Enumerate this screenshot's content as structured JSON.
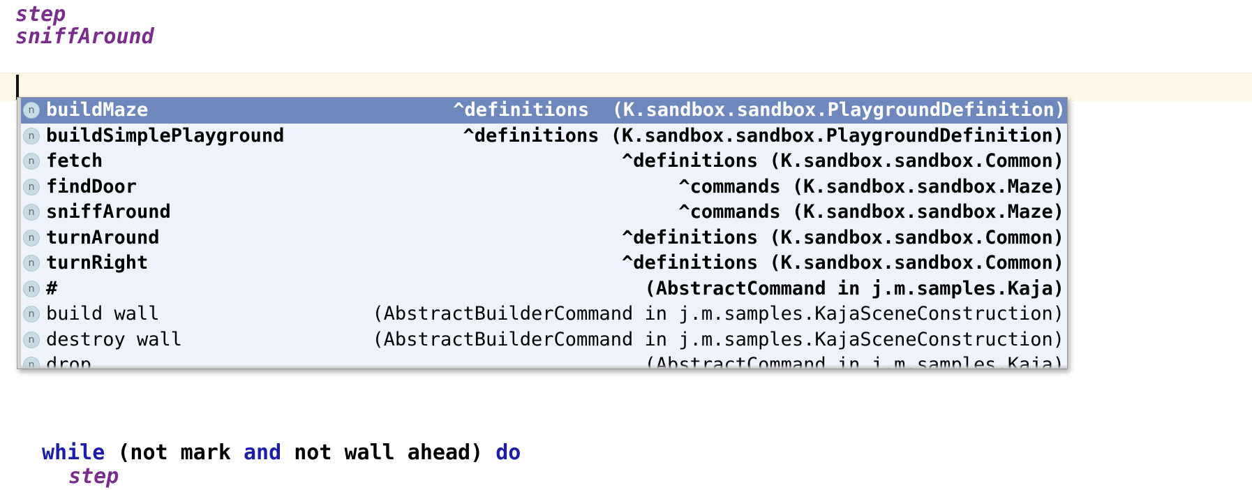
{
  "editor": {
    "top_lines": [
      {
        "text": "step",
        "style": "purple-bold-italic"
      },
      {
        "text": "sniffAround",
        "style": "purple-bold-italic"
      }
    ],
    "bottom_lines": [
      {
        "segments": [
          {
            "text": "while",
            "style": "blue"
          },
          {
            "text": " (not mark ",
            "style": "black"
          },
          {
            "text": "and",
            "style": "blue"
          },
          {
            "text": " not wall ahead) ",
            "style": "black"
          },
          {
            "text": "do",
            "style": "blue"
          }
        ]
      },
      {
        "segments": [
          {
            "text": "step",
            "style": "purple"
          }
        ]
      }
    ],
    "caret_visible": true,
    "current_line_color": "#fdf8e6"
  },
  "popup": {
    "icon_glyph": "n",
    "selected_index": 0,
    "selection_color": "#6e88bd",
    "background_color": "#eef3fb",
    "items": [
      {
        "label": "buildMaze",
        "tail": "^definitions  (K.sandbox.sandbox.PlaygroundDefinition)",
        "bold": true,
        "icon": "n-icon"
      },
      {
        "label": "buildSimplePlayground",
        "tail": "^definitions (K.sandbox.sandbox.PlaygroundDefinition)",
        "bold": true,
        "icon": "n-icon"
      },
      {
        "label": "fetch",
        "tail": "^definitions (K.sandbox.sandbox.Common)",
        "bold": true,
        "icon": "n-icon"
      },
      {
        "label": "findDoor",
        "tail": "^commands (K.sandbox.sandbox.Maze)",
        "bold": true,
        "icon": "n-icon"
      },
      {
        "label": "sniffAround",
        "tail": "^commands (K.sandbox.sandbox.Maze)",
        "bold": true,
        "icon": "n-icon"
      },
      {
        "label": "turnAround",
        "tail": "^definitions (K.sandbox.sandbox.Common)",
        "bold": true,
        "icon": "n-icon"
      },
      {
        "label": "turnRight",
        "tail": "^definitions (K.sandbox.sandbox.Common)",
        "bold": true,
        "icon": "n-icon"
      },
      {
        "label": "#",
        "tail": "(AbstractCommand in j.m.samples.Kaja)",
        "bold": true,
        "icon": "n-icon"
      },
      {
        "label": "build wall",
        "tail": "(AbstractBuilderCommand in j.m.samples.KajaSceneConstruction)",
        "bold": false,
        "icon": "n-icon"
      },
      {
        "label": "destroy wall",
        "tail": "(AbstractBuilderCommand in j.m.samples.KajaSceneConstruction)",
        "bold": false,
        "icon": "n-icon"
      },
      {
        "label": "drop",
        "tail": "(AbstractCommand in j.m.samples.Kaja)",
        "bold": false,
        "icon": "n-icon"
      }
    ]
  }
}
